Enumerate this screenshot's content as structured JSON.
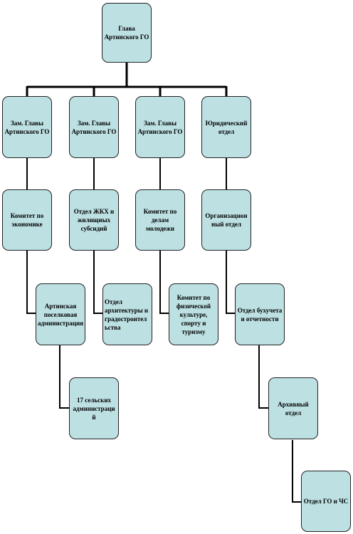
{
  "nodes": {
    "root": "Глава Артинского ГО",
    "dep1": "Зам. Главы Артинского ГО",
    "dep2": "Зам. Главы Артинского ГО",
    "dep3": "Зам. Главы Артинского ГО",
    "legal": "Юридический отдел",
    "econ": "Комитет по экономике",
    "housing": "Отдел ЖКХ и жилищных субсидий",
    "youth": "Комитет по делам молодежи",
    "org": "Организационный отдел",
    "artisettle": "Артинская поселковая администрация",
    "arch": "Отдел архитектуры и градостроительства",
    "sport": "Комитет по физической культуре, спорту и туризму",
    "account": "Отдел бухучета и отчетности",
    "villages": "17 сельских администраций",
    "archive": "Архивный отдел",
    "civil": "Отдел ГО и ЧС"
  }
}
